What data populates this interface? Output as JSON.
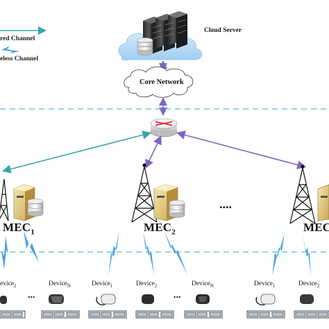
{
  "legend": {
    "wired_label": "red Channel",
    "wireless_label": "eless Channel",
    "wired_color": "#3aa5a5",
    "wireless_color": "#2f8fd8"
  },
  "cloud": {
    "label": "Cloud Server"
  },
  "core": {
    "label": "Core Network"
  },
  "mec": [
    {
      "name": "MEC",
      "sub": "1"
    },
    {
      "name": "MEC",
      "sub": "2"
    },
    {
      "name": "MEC",
      "sub": ""
    }
  ],
  "mec_ellipsis": "....",
  "devices": [
    {
      "name": "evice",
      "sub": "2"
    },
    {
      "name": "Device",
      "sub": "N"
    },
    {
      "name": "Device",
      "sub": "1"
    },
    {
      "name": "Device",
      "sub": "2"
    },
    {
      "name": "Device",
      "sub": "N"
    },
    {
      "name": "Device",
      "sub": "1"
    },
    {
      "name": "Device",
      "sub": "2"
    }
  ],
  "device_ellipsis": "...",
  "colors": {
    "link_purple": "#7d64c8",
    "link_teal": "#3aa5a5",
    "wireless": "#3d9be0",
    "dashed": "#6fc8d8"
  }
}
